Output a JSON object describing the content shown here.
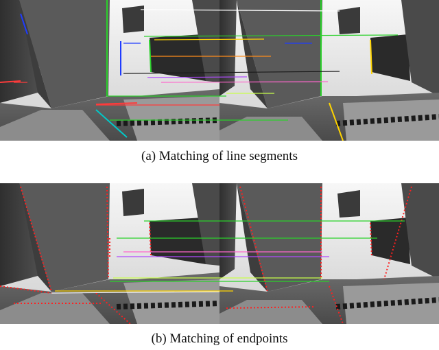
{
  "captions": {
    "a": "(a) Matching of line segments",
    "b": "(b) Matching of endpoints"
  },
  "colors": {
    "match_lines": [
      "#1f3cff",
      "#ff3b3b",
      "#2ad12a",
      "#ffd400",
      "#b04aff",
      "#00c9c9",
      "#ff8c1a",
      "#c8ff4a",
      "#ff66cc",
      "#ffffff"
    ],
    "endpoint_red": "#ff2020"
  },
  "icons": {
    "camera_views": "stereo-grayscale-scene-image"
  }
}
